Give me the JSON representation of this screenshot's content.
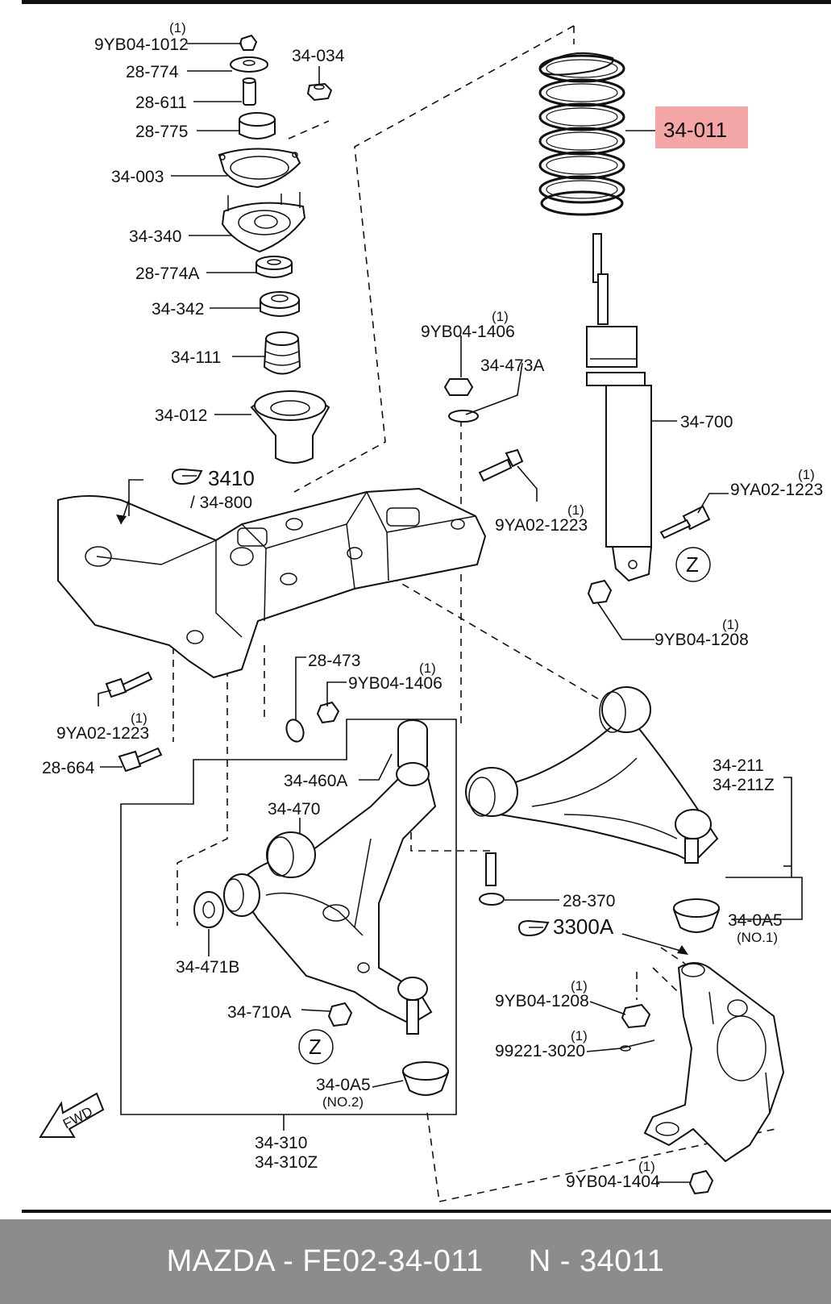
{
  "highlight_color": "#f4a6a6",
  "footer": {
    "part_ref": "MAZDA - FE02-34-011",
    "short_ref": "N - 34011"
  },
  "labels": {
    "nut_top_qty": "(1)",
    "nut_top": "9YB04-1012",
    "washer_28774": "28-774",
    "collar_28611": "28-611",
    "bushing_28775": "28-775",
    "nut_34034": "34-034",
    "plate_34003": "34-003",
    "mount_34340": "34-340",
    "washer_28774a": "28-774A",
    "seat_34342": "34-342",
    "bump_34111": "34-111",
    "boot_34012": "34-012",
    "spring_34011": "34-011",
    "nut_mid_qty": "(1)",
    "nut_mid": "9YB04-1406",
    "washer_34473a": "34-473A",
    "shock_34700": "34-700",
    "bolt_shock_qty": "(1)",
    "bolt_shock": "9YA02-1223",
    "ref_3410": "3410",
    "ref_34800": "/ 34-800",
    "bolt_frame_qty": "(1)",
    "bolt_frame": "9YA02-1223",
    "z_upper": "Z",
    "nut_shock_qty": "(1)",
    "nut_shock": "9YB04-1208",
    "washer_28473": "28-473",
    "nut_lca_qty": "(1)",
    "nut_lca": "9YB04-1406",
    "bolt_left_qty": "(1)",
    "bolt_left": "9YA02-1223",
    "bolt_28664": "28-664",
    "bushing_34460a": "34-460A",
    "bushing_34470": "34-470",
    "arm_34211": "34-211",
    "arm_34211z": "34-211Z",
    "bolt_28370": "28-370",
    "ref_3300a": "3300A",
    "boot_no1": "34-0A5",
    "boot_no1_sub": "(NO.1)",
    "washer_34471b": "34-471B",
    "nut_34710a": "34-710A",
    "nut_knuckle_qty": "(1)",
    "nut_knuckle": "9YB04-1208",
    "pin_qty": "(1)",
    "pin": "99221-3020",
    "z_lower": "Z",
    "boot_no2": "34-0A5",
    "boot_no2_sub": "(NO.2)",
    "fwd": "FWD",
    "arm_34310": "34-310",
    "arm_34310z": "34-310Z",
    "nut_bottom_qty": "(1)",
    "nut_bottom": "9YB04-1404"
  }
}
